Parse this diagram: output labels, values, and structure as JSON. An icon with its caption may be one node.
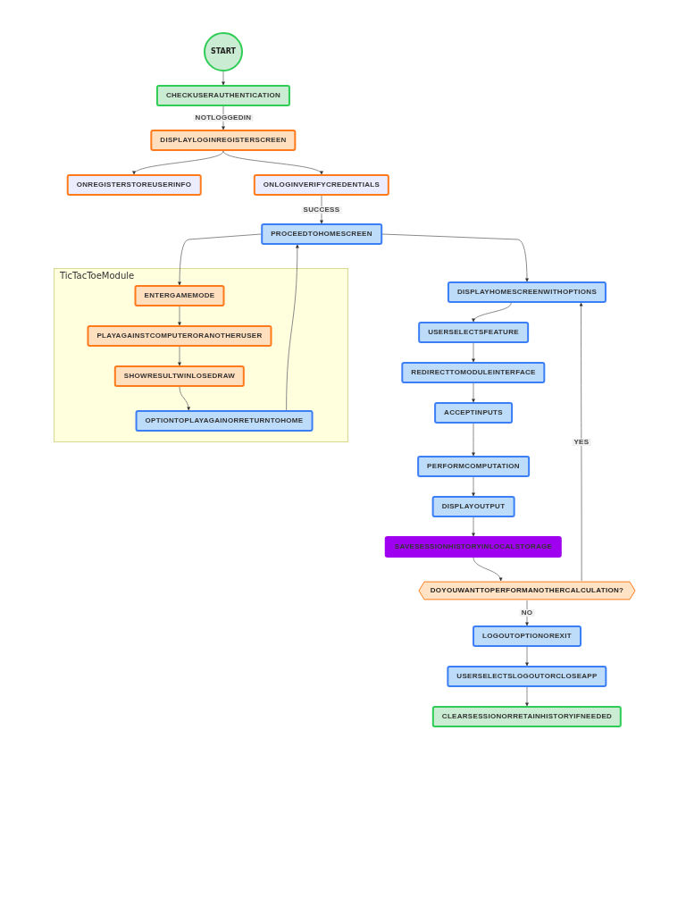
{
  "diagram": {
    "nodes": [
      {
        "text": [
          "START"
        ]
      },
      {
        "text": [
          "CHECKUSERAUTHENTICATION"
        ]
      },
      {
        "text": [
          "DISPLAYLOGINREGISTERSCREEN"
        ]
      },
      {
        "text": [
          "ONREGISTERSTOREUSERINFO"
        ]
      },
      {
        "text": [
          "ONLOGINVERIFYCREDENTIALS"
        ]
      },
      {
        "text": [
          "PROCEEDTOHOMESCREEN"
        ]
      },
      {
        "text": [
          "TicTacToeModule"
        ]
      },
      {
        "text": [
          "ENTERGAMEMODE"
        ],
        "in": 6
      },
      {
        "text": [
          "PLAYAGAINSTCOMPUTERORANOTHERUSER"
        ],
        "in": 6
      },
      {
        "text": [
          "SHOWRESULTWINLOSEDRAW"
        ],
        "in": 6
      },
      {
        "text": [
          "OPTIONTOPLAYAGAINORRETURNTOHOME"
        ],
        "in": 6
      },
      {
        "text": [
          "DISPLAYHOMESCREENWITHOPTIONS"
        ]
      },
      {
        "text": [
          "USERSELECTSFEATURE"
        ]
      },
      {
        "text": [
          "REDIRECTTOMODULEINTERFACE"
        ]
      },
      {
        "text": [
          "ACCEPTINPUTS"
        ]
      },
      {
        "text": [
          "PERFORMCOMPUTATION"
        ]
      },
      {
        "text": [
          "DISPLAYOUTPUT"
        ]
      },
      {
        "text": [
          "SAVESESSIONHISTORYINLOCALSTORAGE"
        ]
      },
      {
        "text": [
          "DOYOUWANTTOPERFORMANOTHERCALCULATION?"
        ]
      },
      {
        "text": [
          "LOGOUTOPTIONOREXIT"
        ]
      },
      {
        "text": [
          "USERSELECTSLOGOUTORCLOSEAPP"
        ]
      },
      {
        "text": [
          "CLEARSESSIONORRETAINHISTORYIFNEEDED"
        ]
      }
    ],
    "edges": [
      {
        "from": 0,
        "to": 1,
        "arrow": "to"
      },
      {
        "from": 1,
        "to": 2,
        "arrow": "to",
        "label": "NOTLOGGEDIN"
      },
      {
        "from": 2,
        "to": 3,
        "arrow": "to"
      },
      {
        "from": 2,
        "to": 4,
        "arrow": "to"
      },
      {
        "from": 4,
        "to": 5,
        "arrow": "to",
        "label": "SUCCESS"
      },
      {
        "from": 5,
        "to": 7,
        "arrow": "to"
      },
      {
        "from": 5,
        "to": 11,
        "arrow": "to"
      },
      {
        "from": 7,
        "to": 8,
        "arrow": "to"
      },
      {
        "from": 8,
        "to": 9,
        "arrow": "to"
      },
      {
        "from": 9,
        "to": 10,
        "arrow": "to"
      },
      {
        "from": 10,
        "to": 5,
        "arrow": "to"
      },
      {
        "from": 11,
        "to": 12,
        "arrow": "to"
      },
      {
        "from": 12,
        "to": 13,
        "arrow": "to"
      },
      {
        "from": 13,
        "to": 14,
        "arrow": "to"
      },
      {
        "from": 14,
        "to": 15,
        "arrow": "to"
      },
      {
        "from": 15,
        "to": 16,
        "arrow": "to"
      },
      {
        "from": 16,
        "to": 17,
        "arrow": "to"
      },
      {
        "from": 17,
        "to": 18,
        "arrow": "to"
      },
      {
        "from": 18,
        "to": 11,
        "arrow": "to",
        "label": "YES"
      },
      {
        "from": 18,
        "to": 19,
        "arrow": "to",
        "label": "NO"
      },
      {
        "from": 19,
        "to": 20,
        "arrow": "to"
      },
      {
        "from": 20,
        "to": 21,
        "arrow": "to"
      }
    ]
  }
}
